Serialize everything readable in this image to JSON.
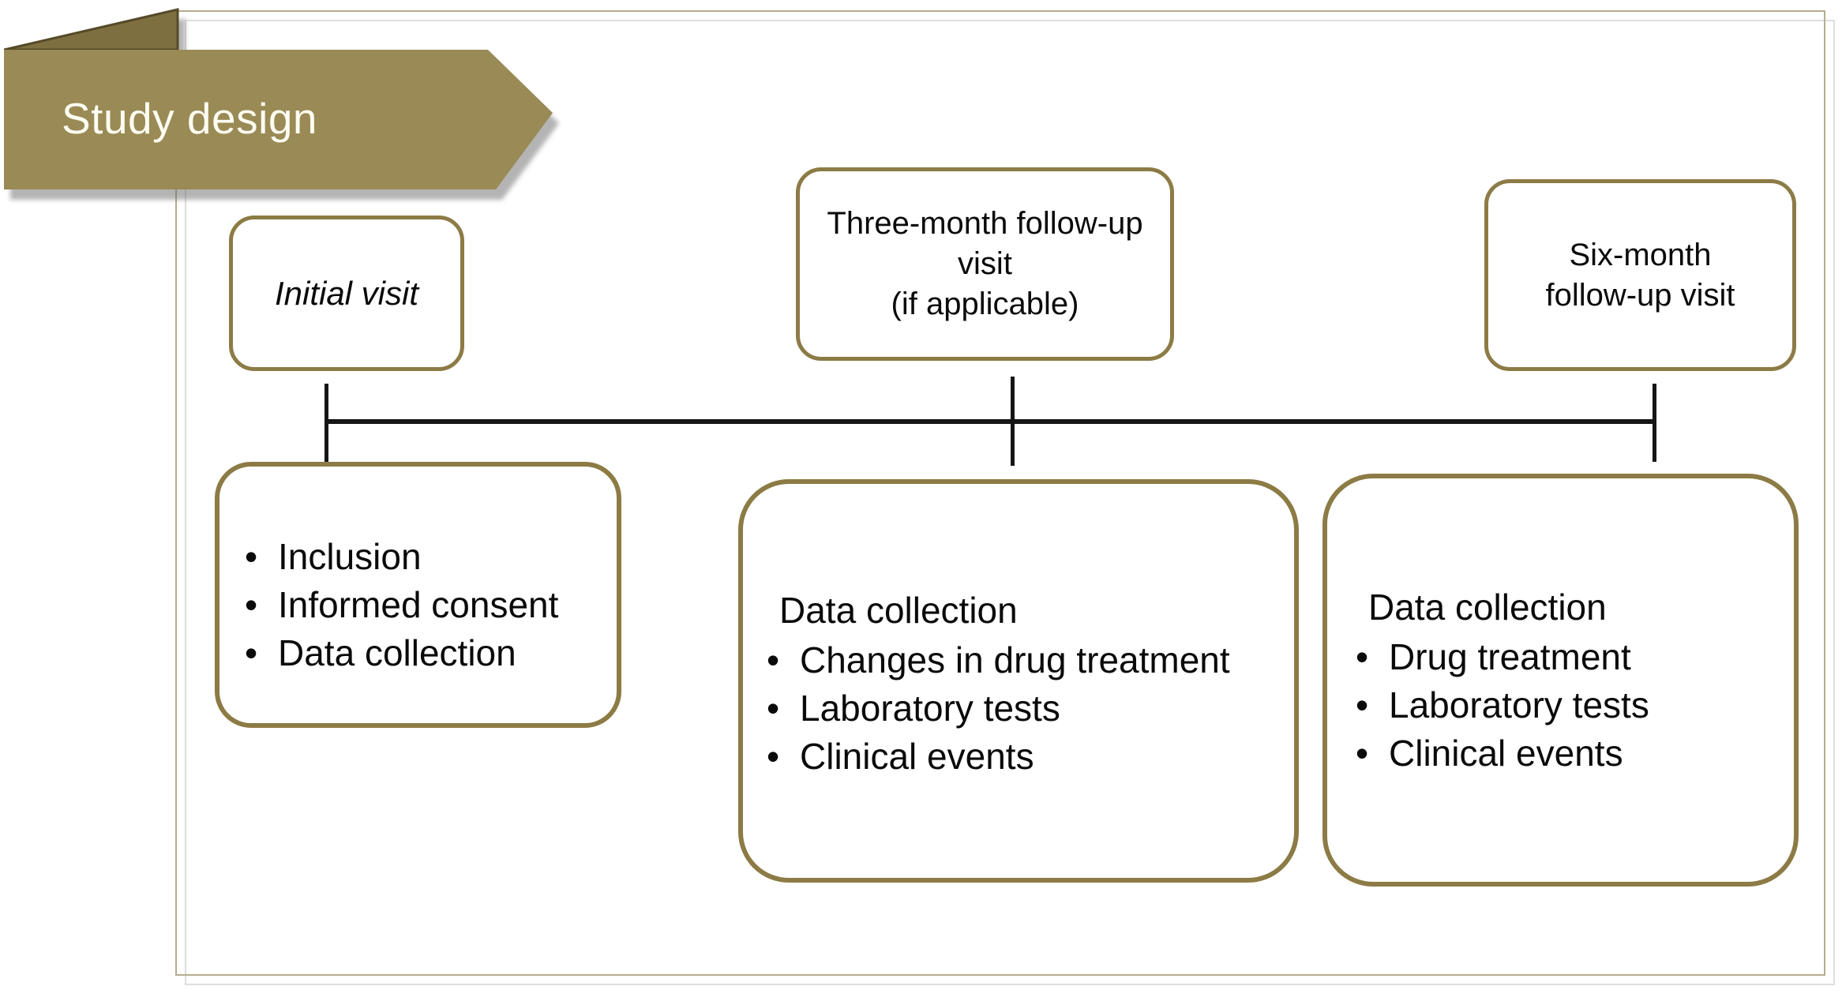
{
  "banner": {
    "label": "Study design"
  },
  "top_boxes": {
    "initial": {
      "lines": [
        "Initial visit"
      ]
    },
    "three_month": {
      "lines": [
        "Three-month follow-up",
        "visit",
        "(if applicable)"
      ]
    },
    "six_month": {
      "lines": [
        "Six-month",
        "follow-up visit"
      ]
    }
  },
  "bottom_boxes": {
    "initial": {
      "items": [
        "Inclusion",
        "Informed consent",
        "Data collection"
      ]
    },
    "three_month": {
      "heading": "Data collection",
      "items": [
        "Changes in drug treatment",
        "Laboratory tests",
        "Clinical events"
      ]
    },
    "six_month": {
      "heading": "Data collection",
      "items": [
        "Drug treatment",
        "Laboratory tests",
        "Clinical events"
      ]
    }
  },
  "ui": {
    "bullet": "•"
  },
  "colors": {
    "banner_fill": "#9a8a55",
    "banner_fold": "#7e6f41",
    "banner_fold_edge": "#554a28",
    "banner_text": "#fdfcf2",
    "box_border": "#8c7b45",
    "frame_border": "#b6ac8d",
    "timeline": "#161616",
    "text": "#0a0a0a"
  }
}
